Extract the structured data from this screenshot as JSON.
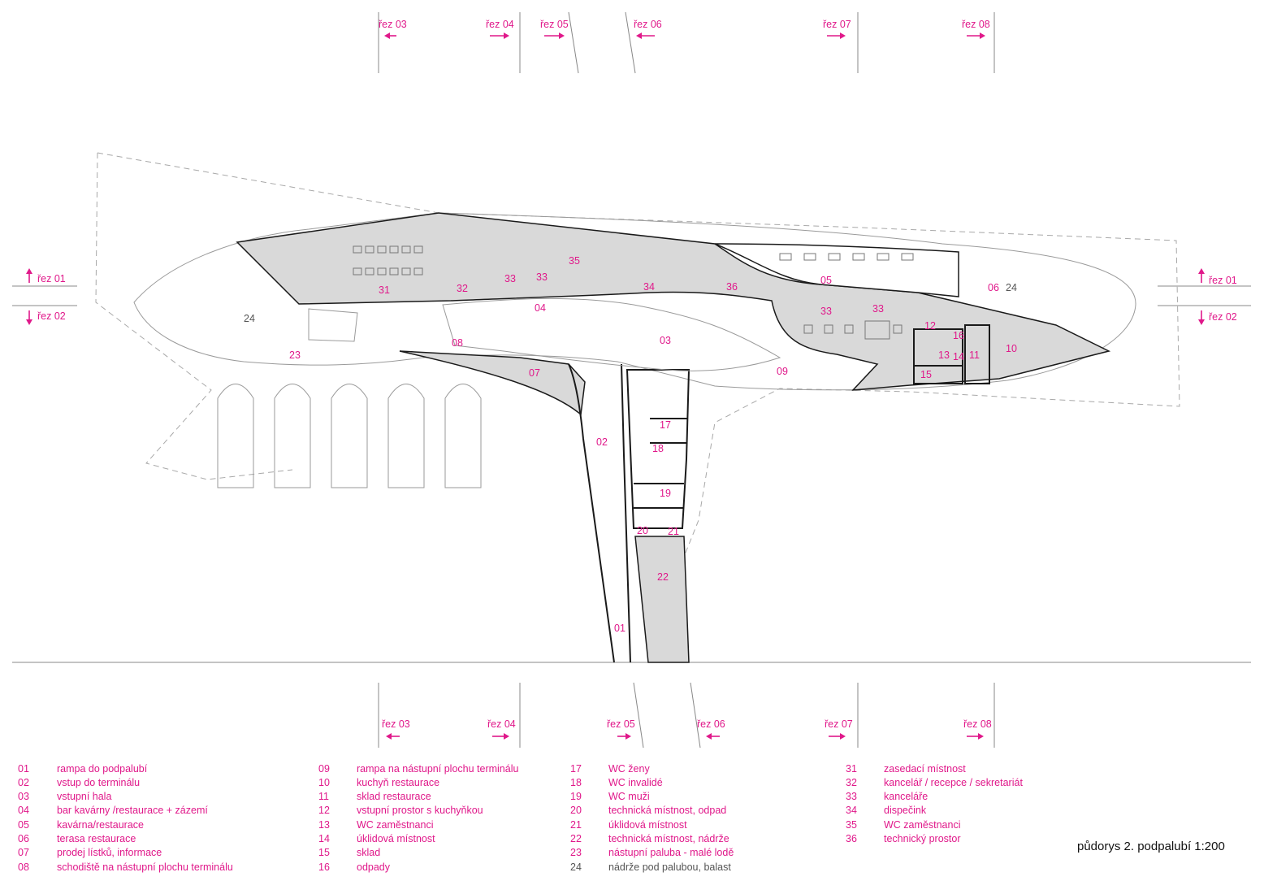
{
  "title": "půdorys 2. podpalubí 1:200",
  "sections": {
    "top": [
      "řez 03",
      "řez 04",
      "řez 05",
      "řez 06",
      "řez 07",
      "řez 08"
    ],
    "bottom": [
      "řez 03",
      "řez 04",
      "řez 05",
      "řez 06",
      "řez 07",
      "řez 08"
    ],
    "left": [
      "řez 01",
      "řez 02"
    ],
    "right": [
      "řez 01",
      "řez 02"
    ]
  },
  "room_labels": {
    "l31": "31",
    "l32": "32",
    "l33a": "33",
    "l33b": "33",
    "l35": "35",
    "l34": "34",
    "l36": "36",
    "l05": "05",
    "l06": "06",
    "l24a": "24",
    "l24b": "24",
    "l04": "04",
    "l03": "03",
    "l08": "08",
    "l23": "23",
    "l33c": "33",
    "l33d": "33",
    "l12": "12",
    "l16": "16",
    "l11": "11",
    "l13": "13",
    "l14": "14",
    "l10": "10",
    "l15": "15",
    "l07": "07",
    "l09": "09",
    "l02": "02",
    "l17": "17",
    "l18": "18",
    "l19": "19",
    "l20": "20",
    "l21": "21",
    "l22": "22",
    "l01": "01"
  },
  "legend": {
    "col1": [
      {
        "num": "01",
        "text": "rampa do podpalubí"
      },
      {
        "num": "02",
        "text": "vstup do terminálu"
      },
      {
        "num": "03",
        "text": "vstupní hala"
      },
      {
        "num": "04",
        "text": "bar kavárny /restaurace + zázemí"
      },
      {
        "num": "05",
        "text": "kavárna/restaurace"
      },
      {
        "num": "06",
        "text": "terasa restaurace"
      },
      {
        "num": "07",
        "text": "prodej lístků, informace"
      },
      {
        "num": "08",
        "text": "schodiště na nástupní plochu terminálu"
      }
    ],
    "col2": [
      {
        "num": "09",
        "text": "rampa na nástupní plochu terminálu"
      },
      {
        "num": "10",
        "text": "kuchyň restaurace"
      },
      {
        "num": "11",
        "text": "sklad restaurace"
      },
      {
        "num": "12",
        "text": "vstupní prostor s kuchyňkou"
      },
      {
        "num": "13",
        "text": "WC zaměstnanci"
      },
      {
        "num": "14",
        "text": "úklidová místnost"
      },
      {
        "num": "15",
        "text": "sklad"
      },
      {
        "num": "16",
        "text": "odpady"
      }
    ],
    "col3": [
      {
        "num": "17",
        "text": "WC ženy"
      },
      {
        "num": "18",
        "text": "WC invalidé"
      },
      {
        "num": "19",
        "text": "WC muži"
      },
      {
        "num": "20",
        "text": "technická místnost, odpad"
      },
      {
        "num": "21",
        "text": "úklidová místnost"
      },
      {
        "num": "22",
        "text": "technická místnost, nádrže"
      },
      {
        "num": "23",
        "text": "nástupní paluba - malé lodě"
      },
      {
        "num": "24",
        "text": "nádrže pod palubou, balast"
      }
    ],
    "col4": [
      {
        "num": "31",
        "text": "zasedací místnost"
      },
      {
        "num": "32",
        "text": "kancelář / recepce / sekretariát"
      },
      {
        "num": "33",
        "text": "kanceláře"
      },
      {
        "num": "34",
        "text": "dispečink"
      },
      {
        "num": "35",
        "text": "WC zaměstnanci"
      },
      {
        "num": "36",
        "text": "technický prostor"
      }
    ]
  },
  "colors": {
    "accent": "#e0188a",
    "wall": "#1a1a1a",
    "fill": "#d9d9d9"
  }
}
